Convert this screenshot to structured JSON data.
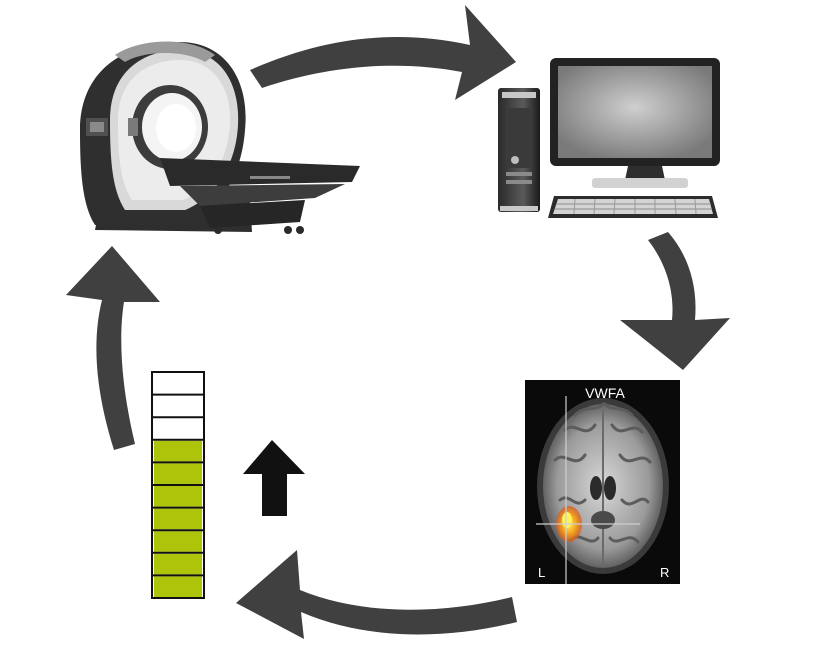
{
  "diagram": {
    "nodes": [
      {
        "id": "scanner",
        "icon": "mri-scanner-icon"
      },
      {
        "id": "computer",
        "icon": "desktop-computer-icon"
      },
      {
        "id": "brain",
        "icon": "brain-scan-icon"
      },
      {
        "id": "feedback",
        "icon": "thermometer-bar-icon"
      }
    ],
    "brain_scan": {
      "title": "VWFA",
      "left_marker": "L",
      "right_marker": "R",
      "activation_color": "#f2a21c"
    },
    "feedback_bar": {
      "total_segments": 10,
      "filled_segments": 7,
      "fill_color": "#aec40a",
      "empty_color": "#ffffff"
    },
    "arrow_color": "#404040",
    "up_arrow_color": "#111111"
  }
}
